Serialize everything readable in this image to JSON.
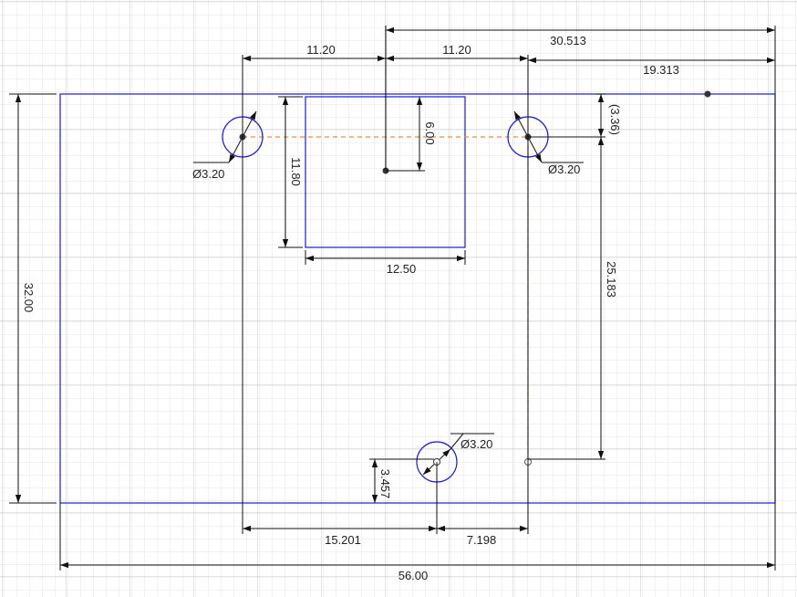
{
  "colors": {
    "background": "#ffffff",
    "grid_minor": "#e6e6e6",
    "grid_major": "#c9c9c9",
    "profile": "#1a1ad6",
    "dimension": "#111111",
    "construction": "#f08a3c"
  },
  "dimensions": {
    "d_top_11_20_left": "11.20",
    "d_top_11_20_right": "11.20",
    "d_top_30_513": "30.513",
    "d_top_19_313": "19.313",
    "d_height_32": "32.00",
    "d_rect_height": "11.80",
    "d_rect_width": "12.50",
    "d_center_offset": "6.00",
    "d_hole_offset_ref": "(3.36)",
    "d_vertical_25_183": "25.183",
    "d_bottom_hole_height": "3.457",
    "d_bottom_15_201": "15.201",
    "d_bottom_7_198": "7.198",
    "d_width_56": "56.00"
  },
  "holes": {
    "left_label": "Ø3.20",
    "right_label": "Ø3.20",
    "bottom_label": "Ø3.20"
  }
}
